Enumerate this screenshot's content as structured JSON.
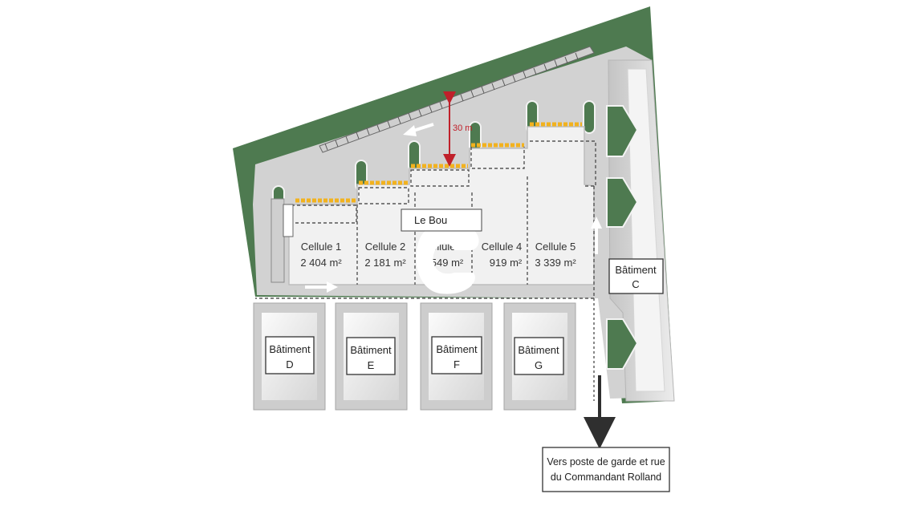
{
  "plan": {
    "dimension_label": "30 m",
    "building_name": "Le Bou",
    "cells": [
      {
        "name": "Cellule 1",
        "area": "2 404 m²"
      },
      {
        "name": "Cellule 2",
        "area": "2 181 m²"
      },
      {
        "name": "Cellule 3",
        "area": "549 m²"
      },
      {
        "name": "Cellule 4",
        "area": "919 m²"
      },
      {
        "name": "Cellule 5",
        "area": "3 339 m²"
      }
    ],
    "buildings": [
      {
        "title": "Bâtiment",
        "letter": "D"
      },
      {
        "title": "Bâtiment",
        "letter": "E"
      },
      {
        "title": "Bâtiment",
        "letter": "F"
      },
      {
        "title": "Bâtiment",
        "letter": "G"
      },
      {
        "title": "Bâtiment",
        "letter": "C"
      }
    ],
    "exit_label_line1": "Vers poste de garde et rue",
    "exit_label_line2": "du Commandant Rolland"
  },
  "colors": {
    "green": "#4e7a50",
    "asphalt": "#d0d0d0",
    "building": "#f1f1f1",
    "dock_yellow": "#f2b21e",
    "dimension_red": "#c0202a",
    "arrow_dark": "#2f2f2f"
  }
}
